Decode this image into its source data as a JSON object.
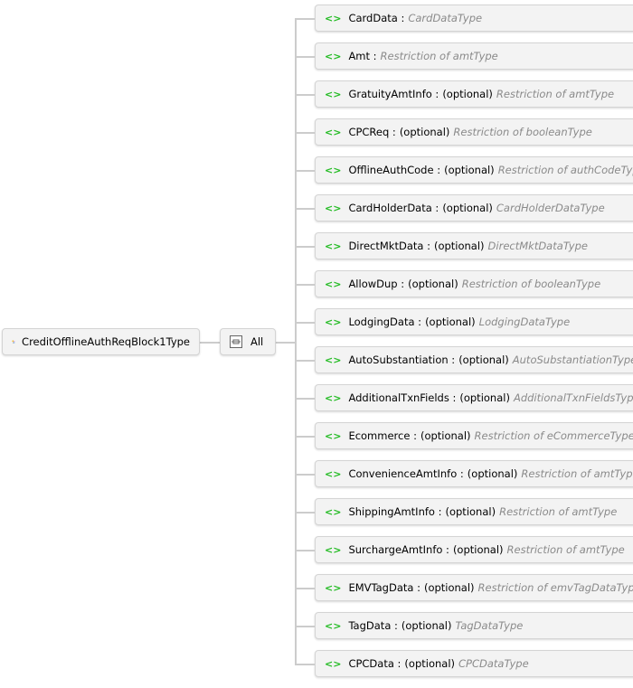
{
  "root": {
    "label": "CreditOfflineAuthReqBlock1Type",
    "icon": "complex-type-icon"
  },
  "group": {
    "label": "All",
    "icon": "all-compositor-icon"
  },
  "elements": [
    {
      "name": "CardData :",
      "optional": "",
      "type": "CardDataType"
    },
    {
      "name": "Amt :",
      "optional": "",
      "type": "Restriction of amtType"
    },
    {
      "name": "GratuityAmtInfo :",
      "optional": "(optional)",
      "type": "Restriction of amtType"
    },
    {
      "name": "CPCReq :",
      "optional": "(optional)",
      "type": "Restriction of booleanType"
    },
    {
      "name": "OfflineAuthCode :",
      "optional": "(optional)",
      "type": "Restriction of authCodeType"
    },
    {
      "name": "CardHolderData :",
      "optional": "(optional)",
      "type": "CardHolderDataType"
    },
    {
      "name": "DirectMktData :",
      "optional": "(optional)",
      "type": "DirectMktDataType"
    },
    {
      "name": "AllowDup :",
      "optional": "(optional)",
      "type": "Restriction of booleanType"
    },
    {
      "name": "LodgingData :",
      "optional": "(optional)",
      "type": "LodgingDataType"
    },
    {
      "name": "AutoSubstantiation :",
      "optional": "(optional)",
      "type": "AutoSubstantiationType"
    },
    {
      "name": "AdditionalTxnFields :",
      "optional": "(optional)",
      "type": "AdditionalTxnFieldsType"
    },
    {
      "name": "Ecommerce :",
      "optional": "(optional)",
      "type": "Restriction of eCommerceType"
    },
    {
      "name": "ConvenienceAmtInfo :",
      "optional": "(optional)",
      "type": "Restriction of amtType"
    },
    {
      "name": "ShippingAmtInfo :",
      "optional": "(optional)",
      "type": "Restriction of amtType"
    },
    {
      "name": "SurchargeAmtInfo :",
      "optional": "(optional)",
      "type": "Restriction of amtType"
    },
    {
      "name": "EMVTagData :",
      "optional": "(optional)",
      "type": "Restriction of emvTagDataType"
    },
    {
      "name": "TagData :",
      "optional": "(optional)",
      "type": "TagDataType"
    },
    {
      "name": "CPCData :",
      "optional": "(optional)",
      "type": "CPCDataType"
    }
  ],
  "element_tag": "<>"
}
